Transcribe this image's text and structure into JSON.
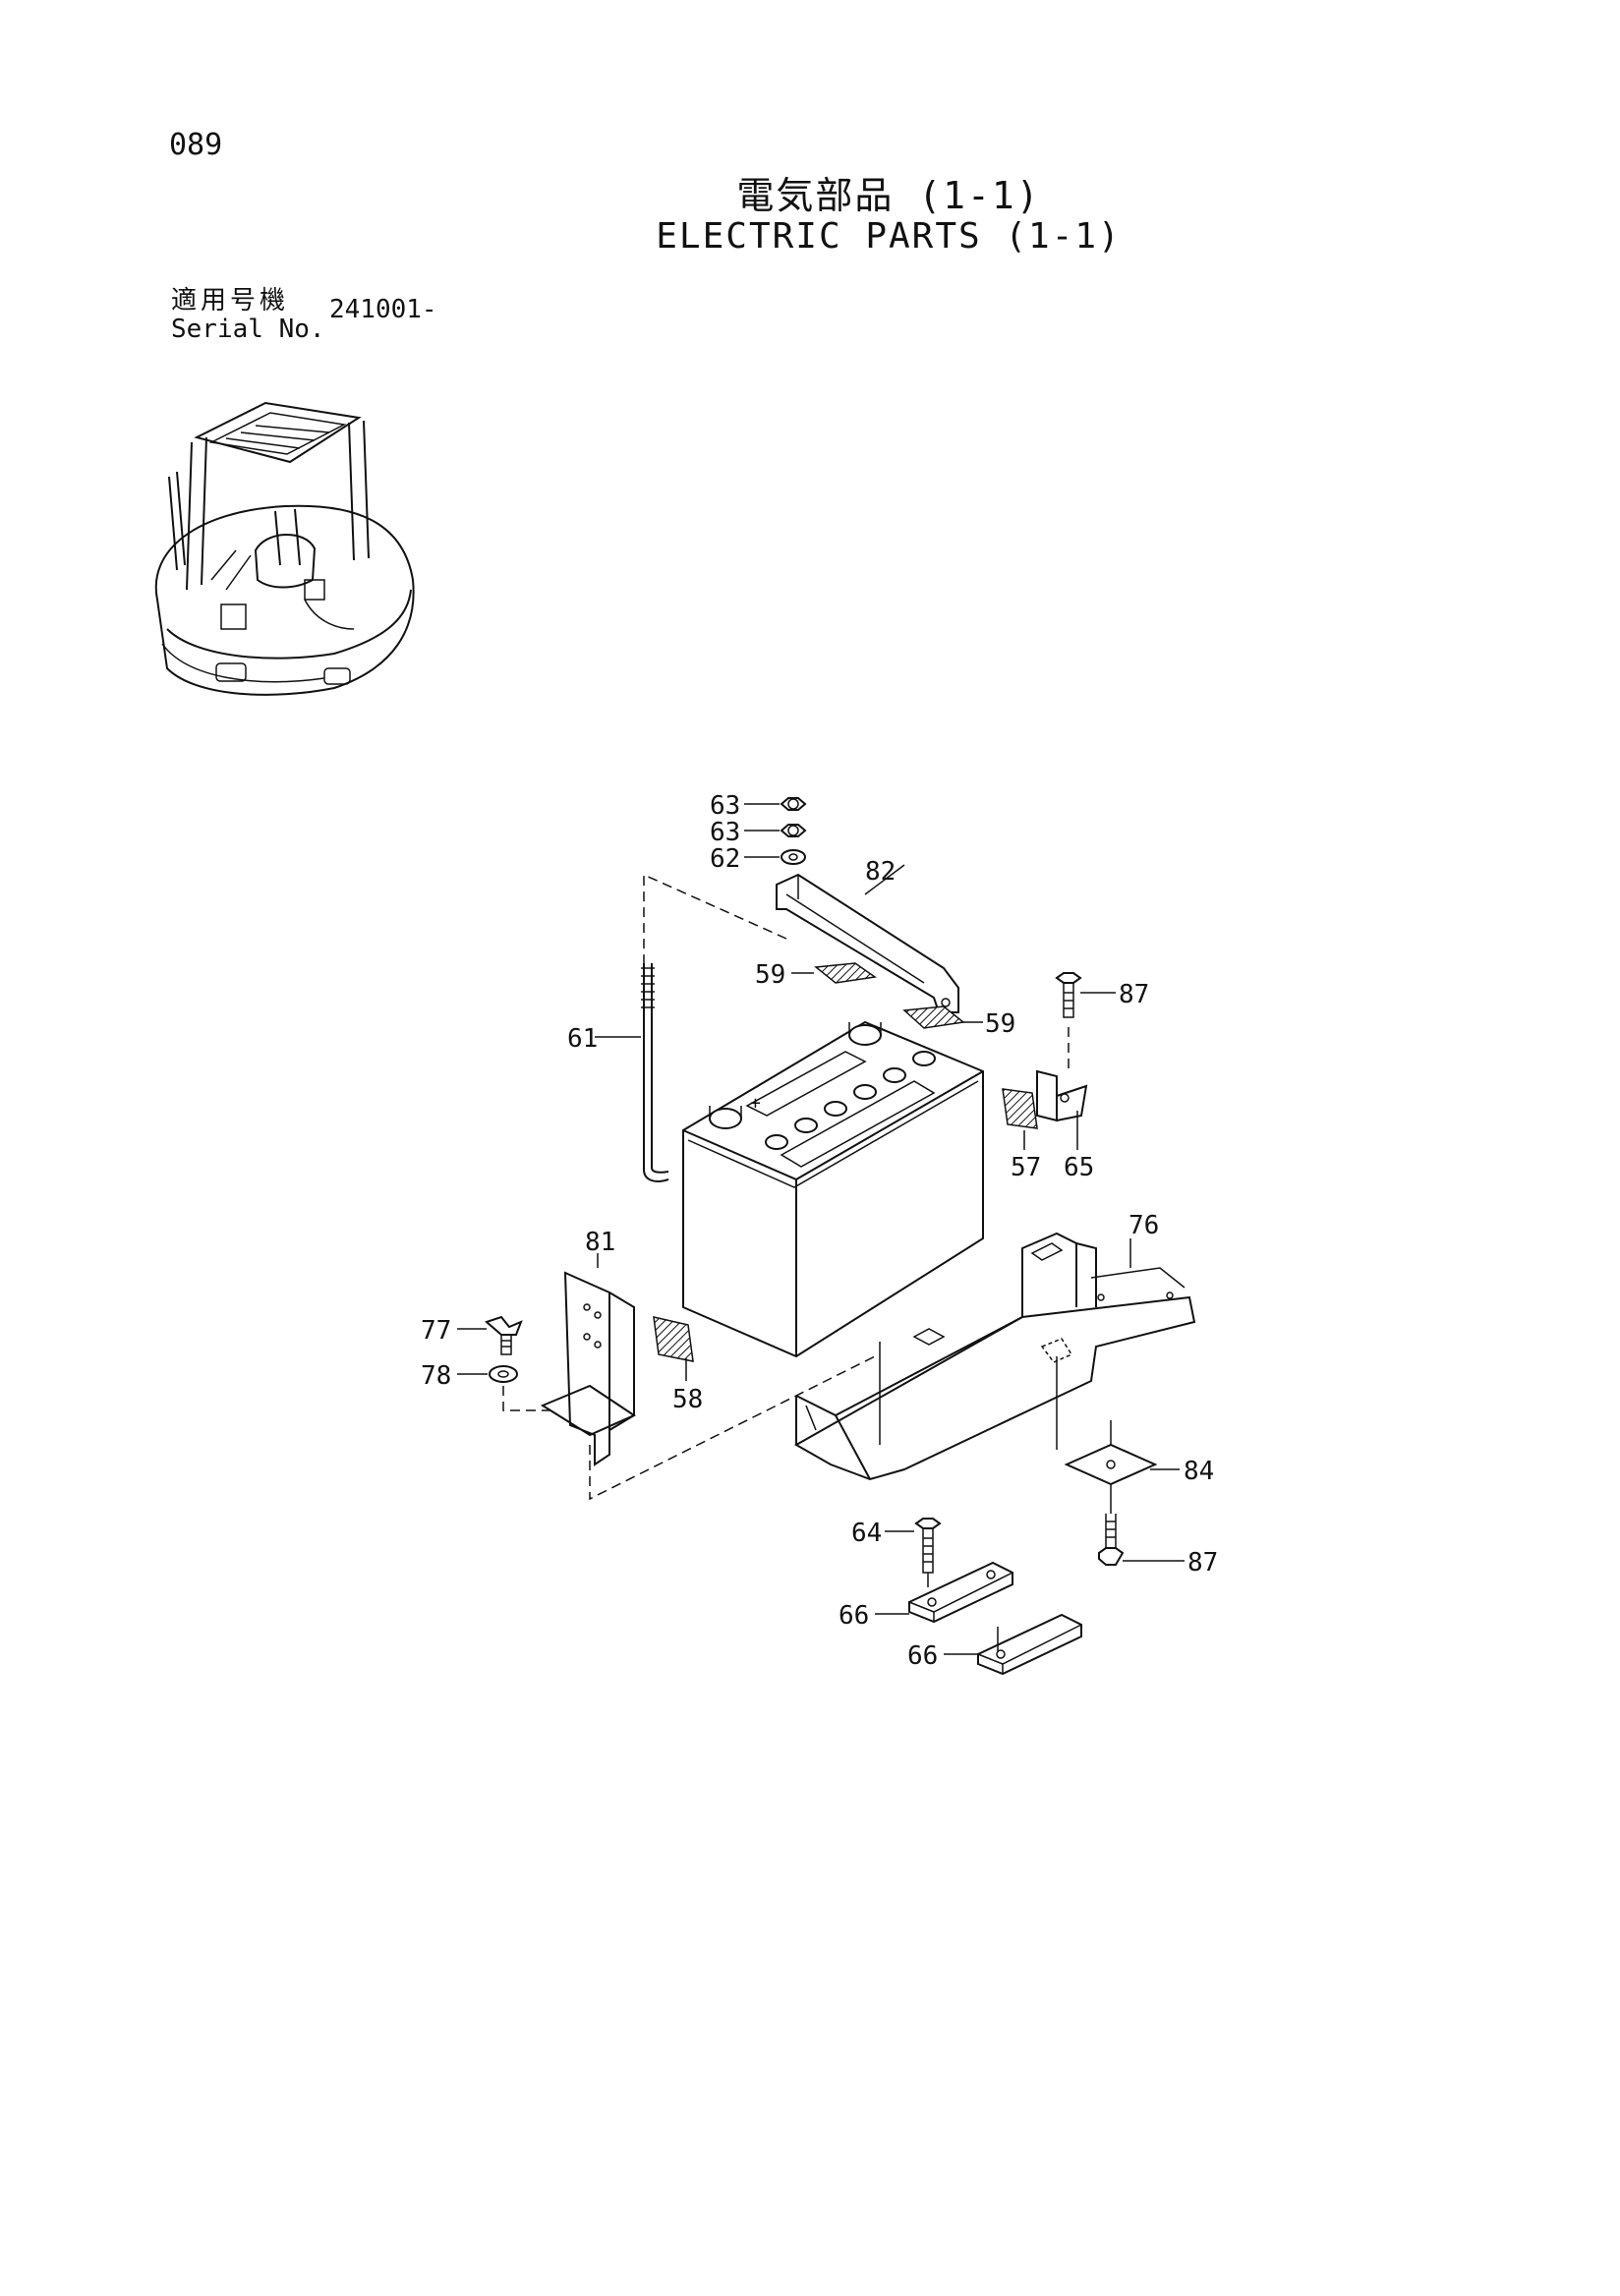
{
  "header": {
    "page_number": "089",
    "title_jp": "電気部品 (1-1)",
    "title_en": "ELECTRIC PARTS (1-1)",
    "serial_label_jp": "適用号機",
    "serial_label_en": "Serial No.",
    "serial_value": "241001-"
  },
  "callouts": {
    "c63a": "63",
    "c63b": "63",
    "c62": "62",
    "c82": "82",
    "c59a": "59",
    "c59b": "59",
    "c87a": "87",
    "c61": "61",
    "c57": "57",
    "c65": "65",
    "c76": "76",
    "c81": "81",
    "c77": "77",
    "c78": "78",
    "c58": "58",
    "c84": "84",
    "c64": "64",
    "c87b": "87",
    "c66a": "66",
    "c66b": "66"
  }
}
